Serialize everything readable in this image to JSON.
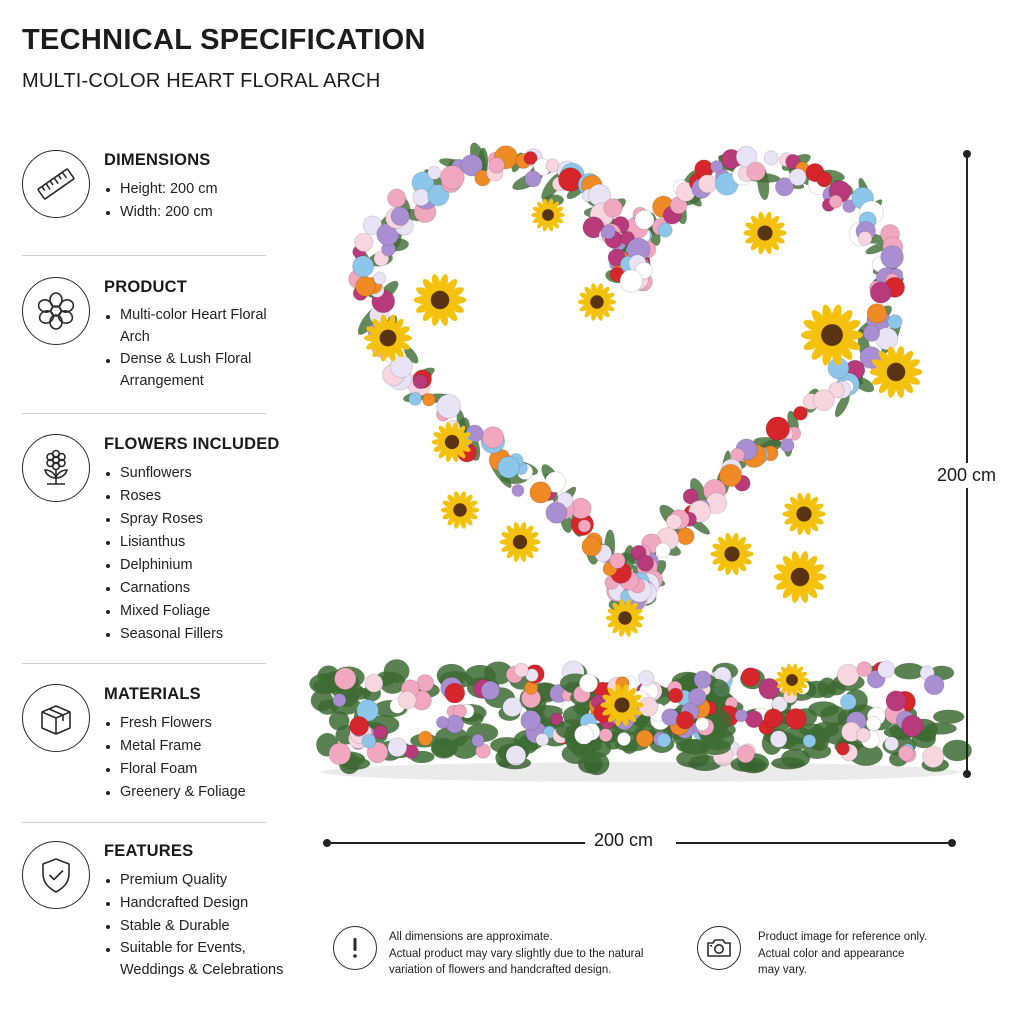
{
  "header": {
    "title": "TECHNICAL SPECIFICATION",
    "subtitle": "MULTI-COLOR HEART FLORAL ARCH"
  },
  "sections": {
    "dimensions": {
      "heading": "DIMENSIONS",
      "icon": "ruler-icon",
      "items": [
        "Height: 200 cm",
        "Width: 200 cm"
      ]
    },
    "product": {
      "heading": "PRODUCT",
      "icon": "flower-outline-icon",
      "items": [
        "Multi-color Heart Floral Arch",
        "Dense & Lush Floral Arrangement"
      ]
    },
    "flowers": {
      "heading": "FLOWERS INCLUDED",
      "icon": "potted-flower-icon",
      "items": [
        "Sunflowers",
        "Roses",
        "Spray Roses",
        "Lisianthus",
        "Delphinium",
        "Carnations",
        "Mixed Foliage",
        "Seasonal Fillers"
      ]
    },
    "materials": {
      "heading": "MATERIALS",
      "icon": "box-icon",
      "items": [
        "Fresh Flowers",
        "Metal Frame",
        "Floral Foam",
        "Greenery & Foliage"
      ]
    },
    "features": {
      "heading": "FEATURES",
      "icon": "shield-check-icon",
      "items": [
        "Premium Quality",
        "Handcrafted Design",
        "Stable & Durable",
        "Suitable for Events, Weddings & Celebrations"
      ]
    }
  },
  "dimensions_graphic": {
    "height_label": "200 cm",
    "width_label": "200 cm"
  },
  "notes": {
    "left": {
      "icon": "exclamation-icon",
      "lines": [
        "All dimensions are approximate.",
        "Actual product may vary slightly due to the natural",
        "variation of flowers and handcrafted design."
      ]
    },
    "right": {
      "icon": "camera-icon",
      "lines": [
        "Product image for reference only.",
        "Actual color and appearance",
        "may vary."
      ]
    }
  },
  "colors": {
    "text": "#1c1c1c",
    "sunflower": "#f4c20d",
    "rose_red": "#d7262b",
    "pink": "#f1a7c0",
    "lavender": "#a98fd1",
    "blue": "#8cc6ea",
    "orange": "#f08a24",
    "foliage": "#3d6b32"
  }
}
